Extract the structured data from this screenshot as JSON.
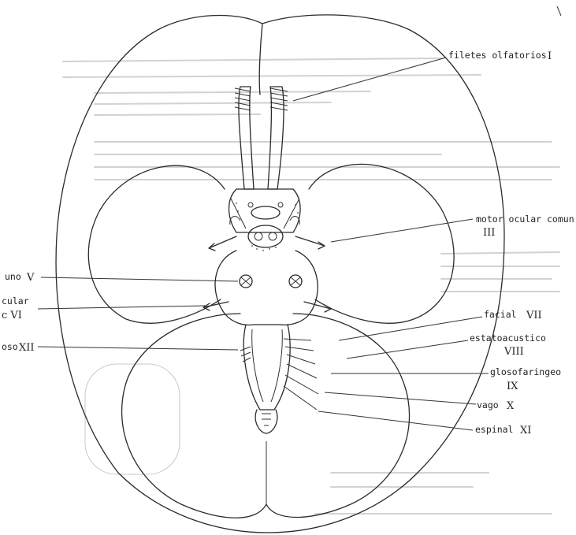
{
  "labels": {
    "olfactory": {
      "text": "filetes olfatorios",
      "roman": "I"
    },
    "oculomotor": {
      "text": "motor ocular comun",
      "roman": "III"
    },
    "trigeminal": {
      "text": "uno",
      "roman": "V"
    },
    "abducens": {
      "text": "cular",
      "roman": "c  VI"
    },
    "hypoglossal": {
      "text": "oso",
      "roman": "XII"
    },
    "facial": {
      "text": "facial",
      "roman": "VII"
    },
    "vestibulocochlear": {
      "text": "estatoacustico",
      "roman": "VIII"
    },
    "glossopharyngeal": {
      "text": "glosofaringeo",
      "roman": "IX"
    },
    "vagus": {
      "text": "vago",
      "roman": "X"
    },
    "accessory": {
      "text": "espinal",
      "roman": "XI"
    }
  },
  "colors": {
    "ink": "#2a2a2a",
    "ghost": "#c9c9c9",
    "background": "#ffffff"
  }
}
